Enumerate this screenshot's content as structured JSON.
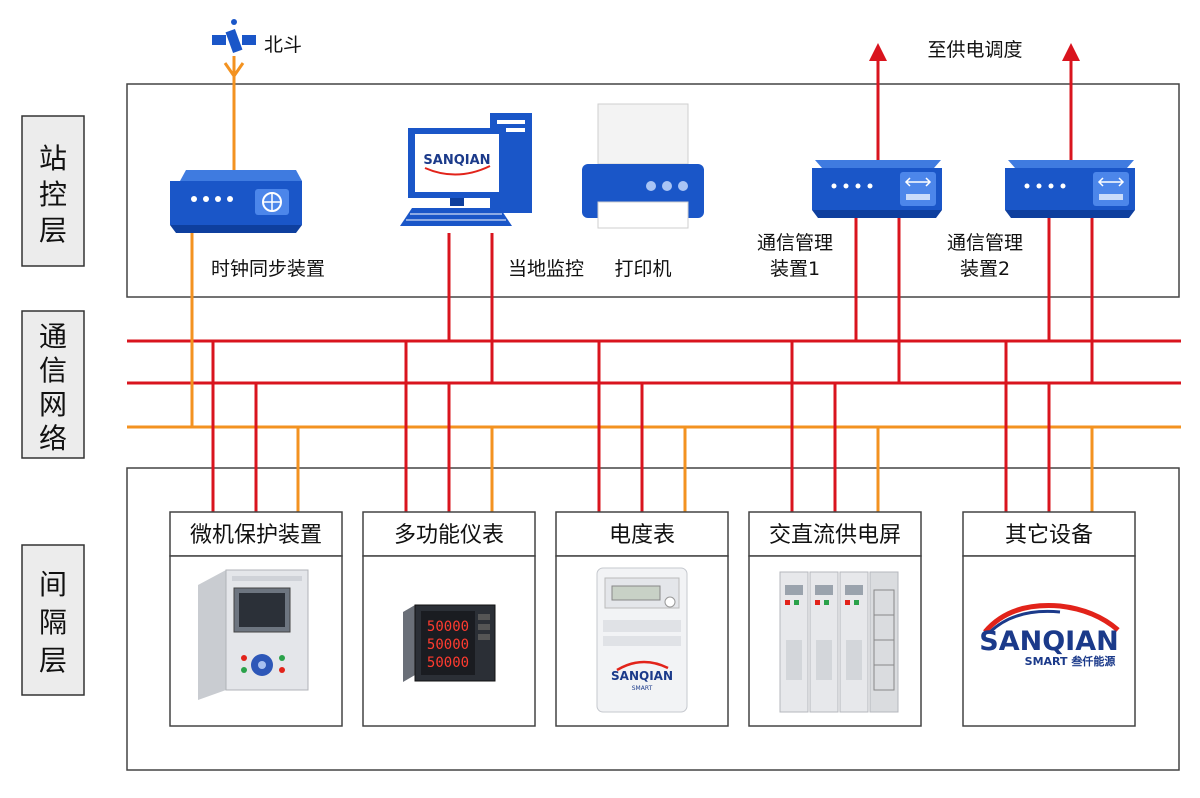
{
  "layers": {
    "station": "站控层",
    "network": "通信网络",
    "bay": "间隔层"
  },
  "top": {
    "beidou": "北斗",
    "dispatch": "至供电调度"
  },
  "station_devices": {
    "clock_sync": "时钟同步装置",
    "local_monitor": "当地监控",
    "printer": "打印机",
    "comm_mgr1_line1": "通信管理",
    "comm_mgr1_line2": "装置1",
    "comm_mgr2_line1": "通信管理",
    "comm_mgr2_line2": "装置2"
  },
  "bay_devices": [
    {
      "title": "微机保护装置"
    },
    {
      "title": "多功能仪表"
    },
    {
      "title": "电度表"
    },
    {
      "title": "交直流供电屏"
    },
    {
      "title": "其它设备"
    }
  ],
  "logo": {
    "brand": "SANQIAN",
    "sub": "SMART 叁仟能源"
  },
  "meter_readings": [
    "50000",
    "50000",
    "50000"
  ],
  "colors": {
    "red_line": "#d9141e",
    "orange_line": "#f39220",
    "device_blue": "#1a56c8",
    "logo_red": "#e2231a",
    "logo_navy": "#1b3a8a"
  }
}
